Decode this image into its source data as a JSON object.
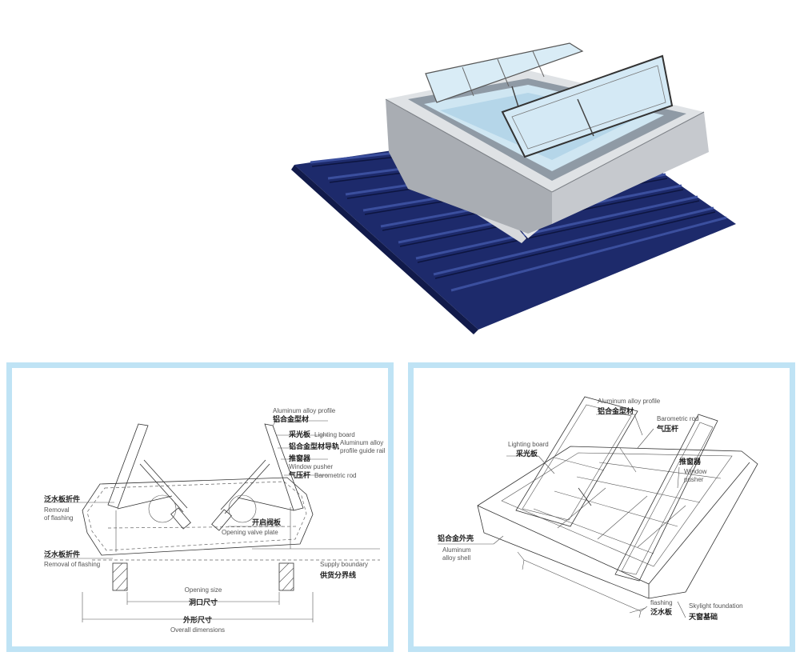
{
  "left_detail": {
    "aluminum_alloy_profile_en": "Aluminum alloy profile",
    "aluminum_alloy_profile_cn": "铝合金型材",
    "lighting_board_cn": "采光板",
    "lighting_board_en": "Lighting board",
    "guide_rail_cn": "铝合金型材导轨",
    "guide_rail_en_1": "Aluminum alloy",
    "guide_rail_en_2": "profile guide rail",
    "window_pusher_cn": "推窗器",
    "window_pusher_en": "Window pusher",
    "barometric_rod_cn": "气压杆",
    "barometric_rod_en": "Barometric rod",
    "flashing_top_cn": "泛水板折件",
    "flashing_top_en_1": "Removal",
    "flashing_top_en_2": "of flashing",
    "opening_valve_cn": "开启阀板",
    "opening_valve_en": "Opening valve plate",
    "flashing_bottom_cn": "泛水板折件",
    "flashing_bottom_en": "Removal of flashing",
    "supply_boundary_en": "Supply boundary",
    "supply_boundary_cn": "供货分界线",
    "opening_size_en": "Opening size",
    "opening_size_cn": "洞口尺寸",
    "overall_dims_cn": "外形尺寸",
    "overall_dims_en": "Overall dimensions"
  },
  "right_detail": {
    "aluminum_alloy_profile_en": "Aluminum alloy profile",
    "aluminum_alloy_profile_cn": "铝合金型材",
    "barometric_rod_en": "Barometric rod",
    "barometric_rod_cn": "气压杆",
    "lighting_board_en": "Lighting board",
    "lighting_board_cn": "采光板",
    "window_pusher_cn": "推窗器",
    "window_pusher_en_1": "Window",
    "window_pusher_en_2": "pusher",
    "shell_cn": "铝合金外壳",
    "shell_en_1": "Aluminum",
    "shell_en_2": "alloy shell",
    "flashing_en": "flashing",
    "flashing_cn": "泛水板",
    "foundation_en": "Skylight foundation",
    "foundation_cn": "天窗基础"
  },
  "colors": {
    "panel_border": "#bfe3f5",
    "roof_blue": "#1d2a6b",
    "aluminum": "#b9bdc3",
    "glass": "#cfe6f2"
  }
}
